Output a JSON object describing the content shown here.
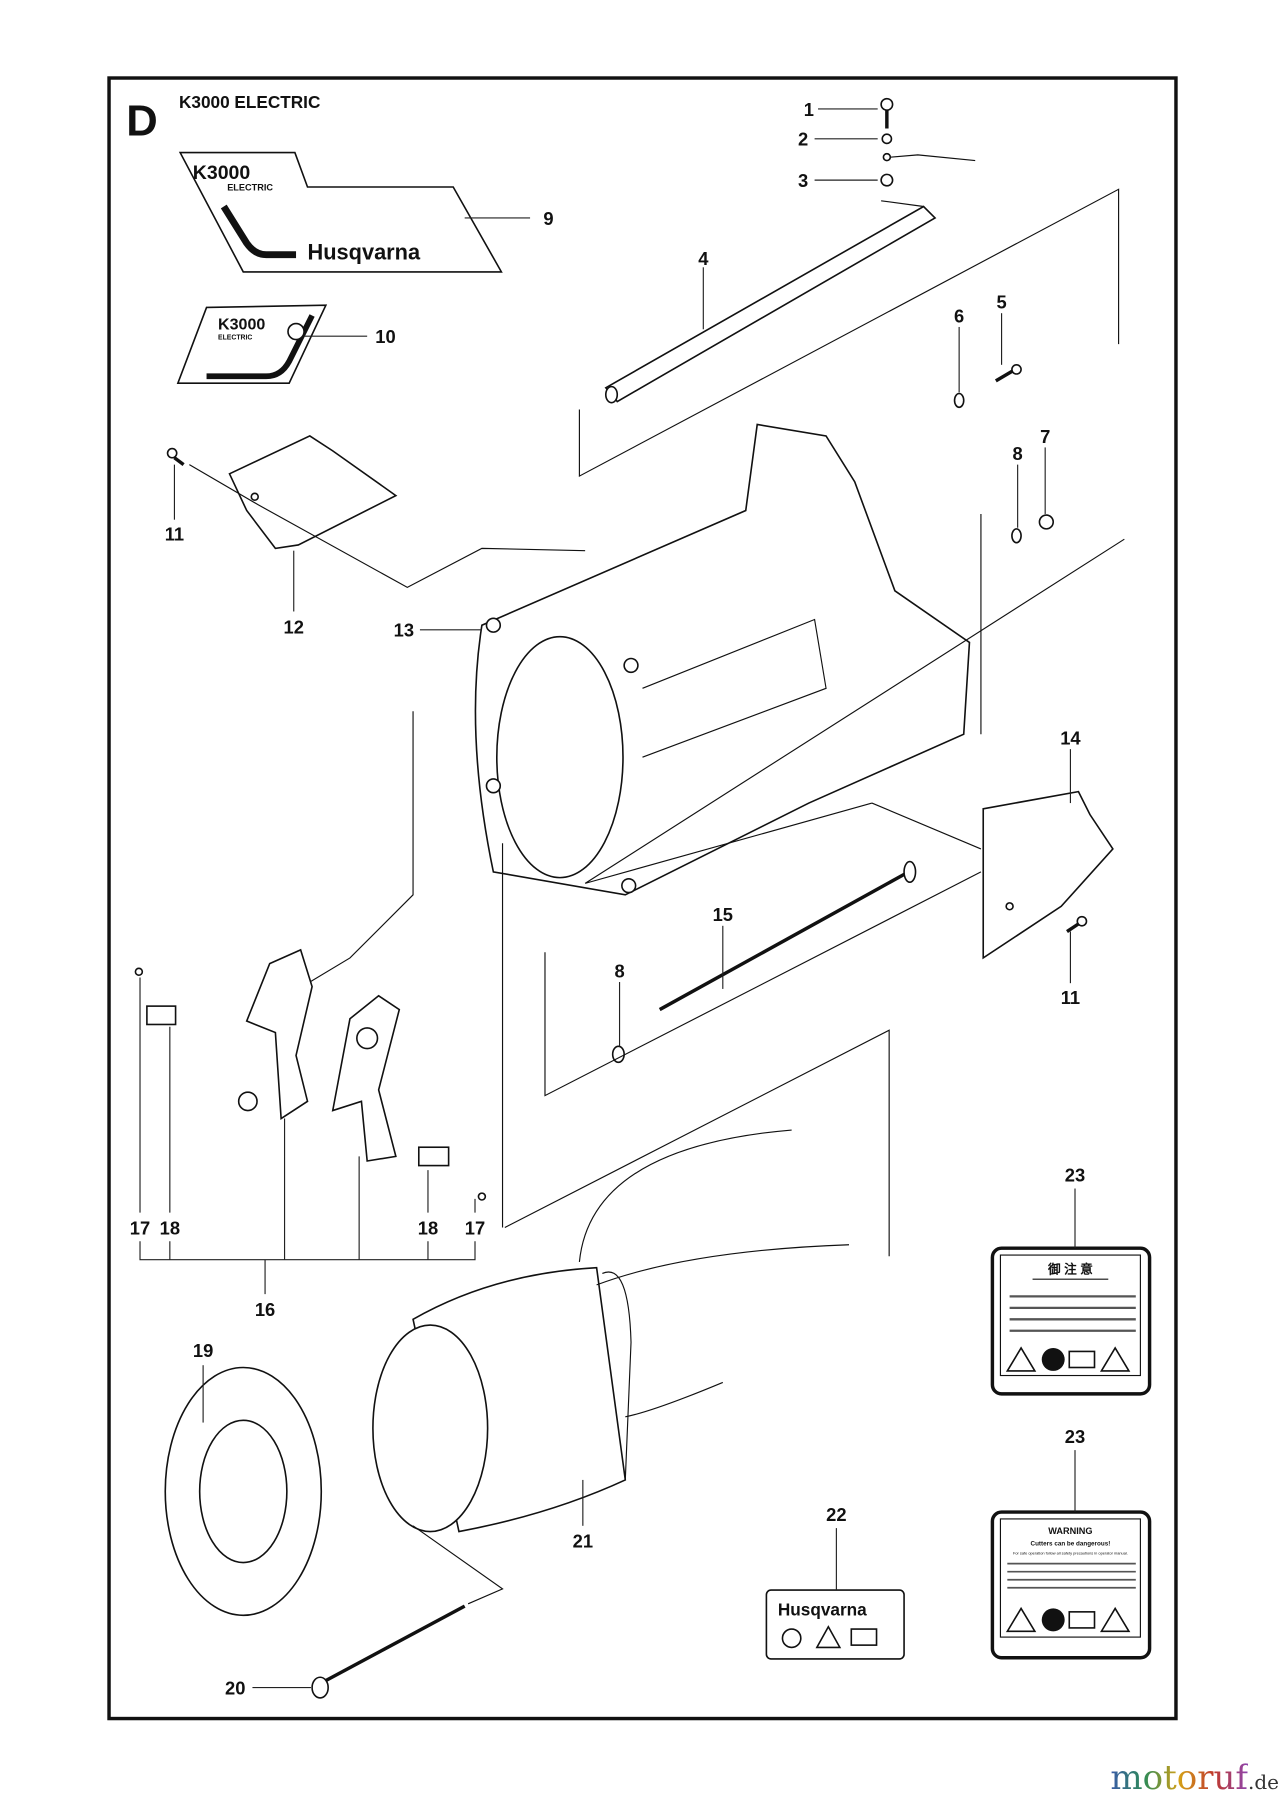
{
  "page": {
    "section_letter": "D",
    "title": "K3000 ELECTRIC"
  },
  "decals": {
    "large": {
      "model": "K3000",
      "sub": "ELECTRIC",
      "brand": "Husqvarna"
    },
    "small": {
      "model": "K3000",
      "sub": "ELECTRIC"
    },
    "brand_label": {
      "brand": "Husqvarna"
    },
    "jp_label": {
      "heading": "御 注 意"
    },
    "warning_label": {
      "heading": "WARNING",
      "line1": "Cutters can be dangerous!",
      "line2": "For safe operation follow all safety precautions in operator manual."
    }
  },
  "callouts": [
    "1",
    "2",
    "3",
    "4",
    "5",
    "6",
    "7",
    "8",
    "9",
    "10",
    "11",
    "12",
    "13",
    "14",
    "15",
    "8",
    "11",
    "17",
    "18",
    "18",
    "17",
    "16",
    "19",
    "20",
    "21",
    "22",
    "23",
    "23"
  ],
  "watermark": {
    "main": "motoruf",
    "tld": ".de"
  }
}
